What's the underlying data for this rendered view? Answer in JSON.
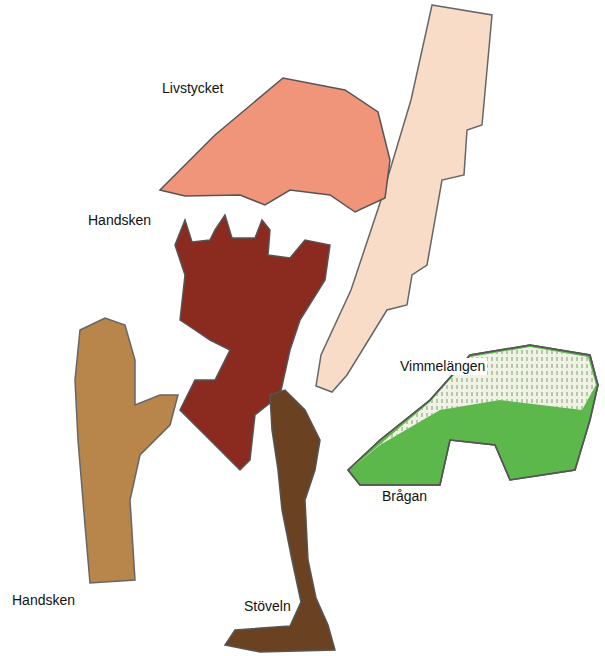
{
  "diagram": {
    "labels": [
      "Livstycket",
      "Handsken",
      "Vimmelängen",
      "Handsken",
      "Brågan",
      "Stöveln"
    ]
  }
}
